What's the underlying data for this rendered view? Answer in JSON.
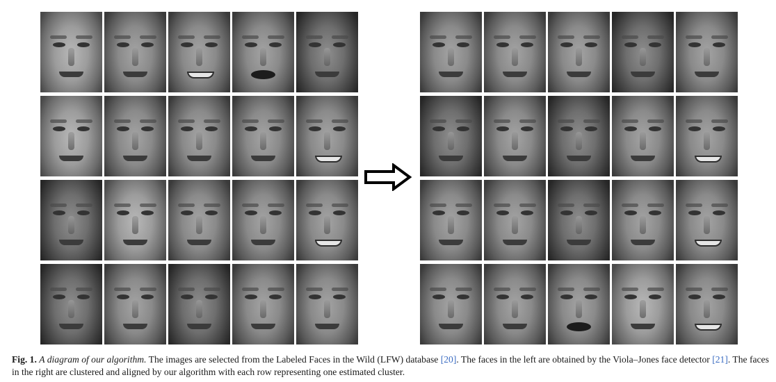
{
  "figure": {
    "left_grid": [
      [
        "light",
        "normal",
        "smile",
        "open",
        "dark"
      ],
      [
        "light",
        "normal",
        "normal",
        "normal",
        "smile"
      ],
      [
        "dark",
        "light",
        "normal",
        "normal",
        "smile"
      ],
      [
        "dark",
        "normal",
        "dark",
        "normal",
        "normal"
      ]
    ],
    "right_grid": [
      [
        "normal",
        "normal",
        "normal",
        "dark",
        "normal"
      ],
      [
        "dark",
        "normal",
        "dark",
        "normal",
        "smile"
      ],
      [
        "normal",
        "normal",
        "dark",
        "normal",
        "smile"
      ],
      [
        "normal",
        "normal",
        "open",
        "light",
        "smile"
      ]
    ],
    "arrow_icon": "right-outline-arrow"
  },
  "caption": {
    "label": "Fig. 1.",
    "italic": "A diagram of our algorithm.",
    "text1": " The images are selected from the Labeled Faces in the Wild (LFW) database ",
    "ref1": "[20]",
    "text2": ". The faces in the left are obtained by the Viola–Jones face detector ",
    "ref2": "[21]",
    "text3": ". The faces in the right are clustered and aligned by our algorithm with each row representing one estimated cluster."
  }
}
